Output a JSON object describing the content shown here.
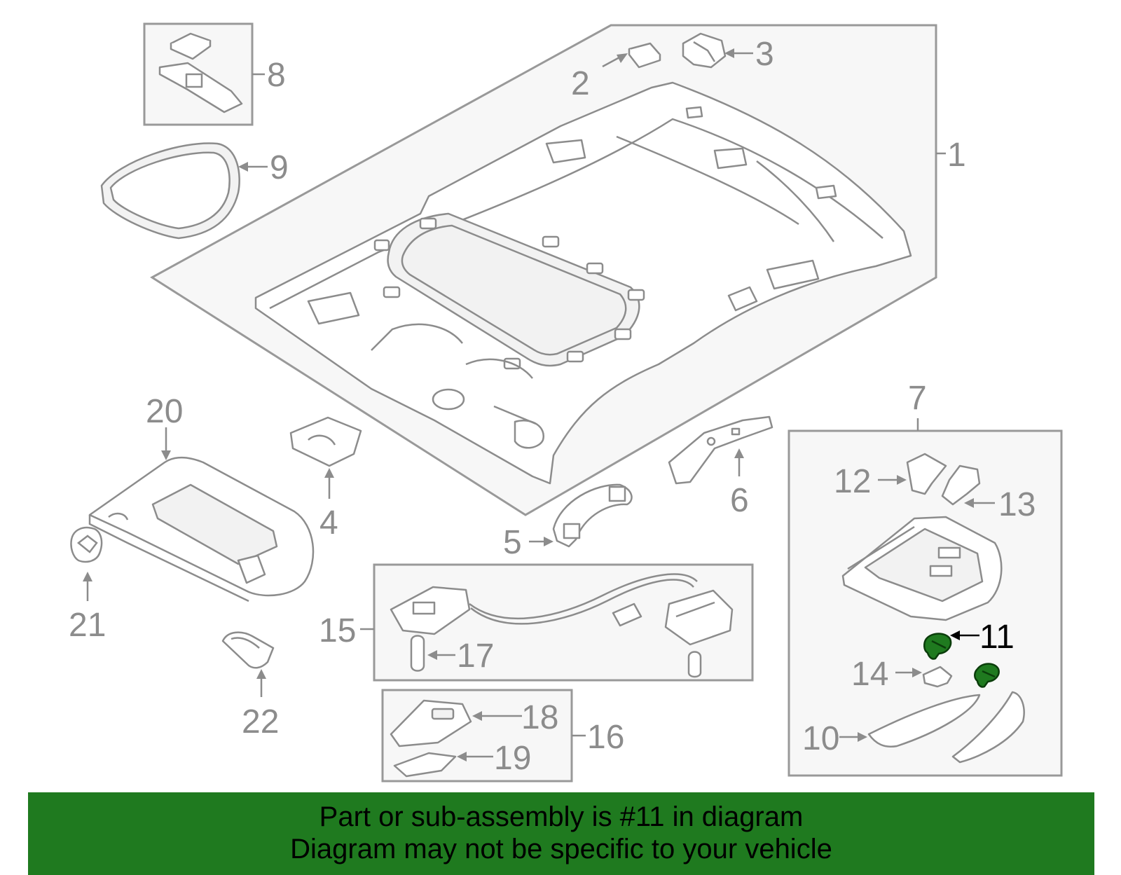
{
  "callouts": {
    "c1": "1",
    "c2": "2",
    "c3": "3",
    "c4": "4",
    "c5": "5",
    "c6": "6",
    "c7": "7",
    "c8": "8",
    "c9": "9",
    "c10": "10",
    "c11": "11",
    "c12": "12",
    "c13": "13",
    "c14": "14",
    "c15": "15",
    "c16": "16",
    "c17": "17",
    "c18": "18",
    "c19": "19",
    "c20": "20",
    "c21": "21",
    "c22": "22"
  },
  "highlighted_part": "11",
  "colors": {
    "banner_bg": "#1f7a1f",
    "highlight_part": "#1f7a1f",
    "line_art": "#8c8c8c",
    "highlight_label": "#000000"
  },
  "banner": {
    "line1": "Part or sub-assembly is #11 in diagram",
    "line2": "Diagram may not be specific to your vehicle"
  }
}
